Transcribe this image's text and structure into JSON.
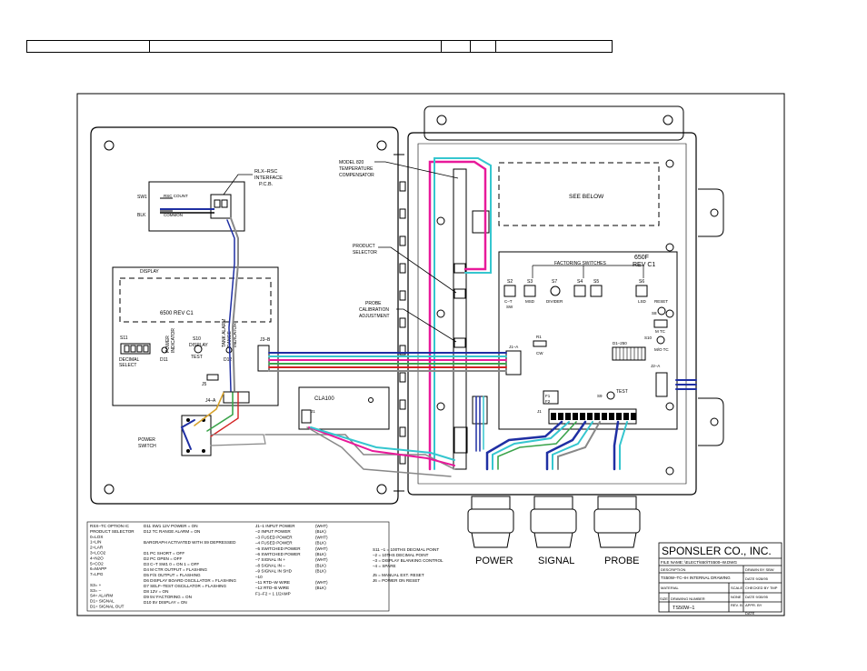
{
  "header": {
    "cells": [
      "",
      "",
      "",
      "",
      ""
    ]
  },
  "left_panel": {
    "rlx_label": [
      "RLX–RSC",
      "INTERFACE",
      "P.C.B."
    ],
    "rsc_rows": [
      "RSC COUNT",
      "COMMON"
    ],
    "rsc_side": [
      "SW1",
      "BLK"
    ],
    "display_title": "DISPLAY",
    "display_rev": "6500 REV C1",
    "power_indicator": [
      "POWER",
      "INDICATOR"
    ],
    "tank_alarm": [
      "TANK ALARM",
      "RANGE",
      "INDICATOR"
    ],
    "s11": "S11",
    "decimal_select": [
      "DECIMAL",
      "SELECT"
    ],
    "d11": "D11",
    "s10": "S10",
    "display_test": [
      "DISPLAY",
      "TEST"
    ],
    "d12": "D12",
    "j3b": "J3–B",
    "j4a": "J4–A",
    "j5": "J5",
    "power_switch": [
      "POWER",
      "SWITCH"
    ],
    "cla100": "CLA100",
    "j1": "J1"
  },
  "callouts": {
    "model": [
      "MODEL 820",
      "TEMPERATURE",
      "COMPENSATOR"
    ],
    "product": [
      "PRODUCT",
      "SELECTOR"
    ],
    "probe": [
      "PROBE",
      "CALIBRATION",
      "ADJUSTMENT"
    ]
  },
  "right_panel": {
    "see_below": "SEE BELOW",
    "board": "650F",
    "board_rev": "REV C1",
    "factoring": "FACTORING SWITCHES",
    "sw_labels": [
      "S2",
      "S3",
      "S7",
      "S4",
      "S5",
      "S6"
    ],
    "sw_sub": [
      "C–T",
      "SW",
      "MSD",
      "DIVIDER",
      "LSD",
      "RESET"
    ],
    "s8": "S8",
    "s10": "S10",
    "m_tc": "M TC",
    "m_tc2": "M/O TC",
    "j1a": "J1–A",
    "r1": "R1",
    "cw": "CW",
    "dip": "D1–250",
    "j2a": "J2–A",
    "f1": "F1",
    "f2": "F2",
    "s9": "S9",
    "test": "TEST",
    "j1": "J1"
  },
  "glands": [
    "POWER",
    "SIGNAL",
    "PROBE"
  ],
  "legend": {
    "left": [
      "RSX–TC OPTION IC",
      "PRODUCT SELECTOR",
      "0=LOX",
      "1=LIN",
      "2=LAR",
      "3=LCO2",
      "4=N2O",
      "5=CO2",
      "6=MAPP",
      "7=LPG",
      "",
      "S3=  +",
      "S3=  –",
      "S4=  ALARM",
      "D1= SIGNAL",
      "D1= SIGNAL OUT"
    ],
    "mid": [
      "D11  SW1 12V POWER = ON",
      "D12  TC RANGE  ALARM = ON",
      "",
      "BARGRAPH ACTIVATED WITH S9 DEPRESSED",
      "",
      "D1   PC SHORT = OFF",
      "D2   PC OPEN = OFF",
      "D3   C–T SW1 0 = ON 1 = OFF",
      "D4   M CTR OUTPUT = FLASHING",
      "D5   F/S OUTPUT = FLASHING",
      "D6   DISPLAY BOARD OSCILLATOR = FLASHING",
      "D7   SELF–TEST OSCILLATOR = FLASHING",
      "D8   12V = ON",
      "D9   5V FACTORING = ON",
      "D10  5V DISPLAY = ON"
    ],
    "pins": [
      "J1–1   INPUT POWER",
      "  –2   INPUT POWER",
      "  –3   FUSED POWER",
      "  –4   FUSED POWER",
      "  –5   SWITCHED POWER",
      "  –6   SWITCHED POWER",
      "  –7   SIGNAL IN +",
      "  –8   SIGNAL IN –",
      "  –9   SIGNAL IN SHD",
      "  –10",
      "  –11  RTD–W WIRE",
      "  –12  RTD–B WIRE",
      "F1–F2  =  1 1/2AMP"
    ],
    "pin_colors": [
      "(WHT)",
      "(BLK)",
      "(WHT)",
      "(BLK)",
      "(WHT)",
      "(BLK)",
      "(WHT)",
      "(BLK)",
      "(BLK)",
      "",
      "(WHT)",
      "(BLK)",
      ""
    ],
    "s11": [
      "S11 –1 = 100THS DECIMAL POINT",
      "    –2 = 10THS DECIMAL POINT",
      "    –3 = DISPLAY BLANKING CONTROL",
      "    –4 = SPARE"
    ],
    "j5": [
      "J5 = MANUAL EXT. RESET",
      "J6 = POWER ON RESET"
    ]
  },
  "title_block": {
    "company": "SPONSLER CO., INC.",
    "file_label": "FILE NAME: \\ELECT\\650\\TS500–W.DWG",
    "desc_label": "DESCRIPTION",
    "desc": "TS50W–TC–IH  INTERNAL DRAWING",
    "drawn": "DRAWN BY  SBW",
    "date1": "DATE  9/28/95",
    "checked": "CHECKED BY  TMP",
    "date2": "DATE  9/30/95",
    "appr": "APPR. BY",
    "date3": "DATE",
    "material": "MATERIAL",
    "scale_l": "SCALE",
    "scale": "NONE",
    "size": "SIZE",
    "dwg_label": "DRAWING NUMBER",
    "dwg": "TS50W–1",
    "rev": "REV. B"
  },
  "colors": {
    "magenta": "#e8199a",
    "cyan": "#35c6cf",
    "blue": "#1f2fa3",
    "red": "#d32222",
    "green": "#3ba44b",
    "gray": "#888888",
    "gold": "#d6a12b"
  }
}
